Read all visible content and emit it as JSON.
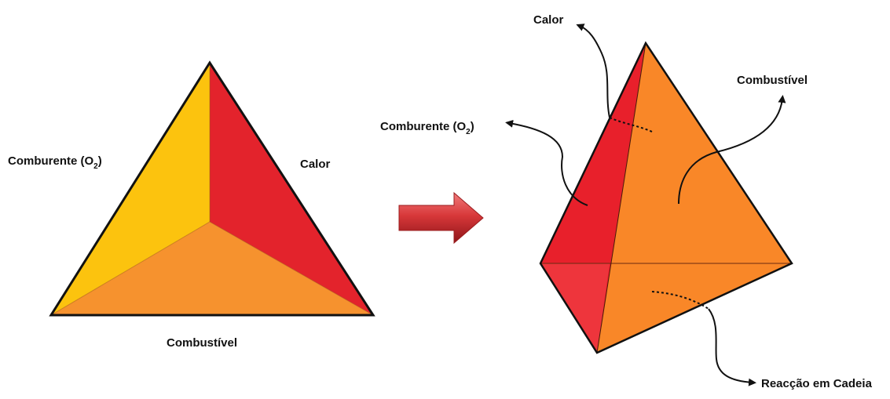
{
  "triangle": {
    "label_comburente": "Comburente (O",
    "label_comburente_sub": "2",
    "label_comburente_close": ")",
    "label_calor": "Calor",
    "label_combustivel": "Combustível"
  },
  "tetrahedron": {
    "label_calor": "Calor",
    "label_comburente": "Comburente (O",
    "label_comburente_sub": "2",
    "label_comburente_close": ")",
    "label_combustivel": "Combustível",
    "label_reaccao": "Reacção em Cadeia"
  },
  "colors": {
    "yellow": "#FCC30E",
    "red": "#E3232C",
    "orange": "#F6922E",
    "tet_orange": "#F98728",
    "tet_red": "#E8202B",
    "arrow": "#C8262A"
  }
}
